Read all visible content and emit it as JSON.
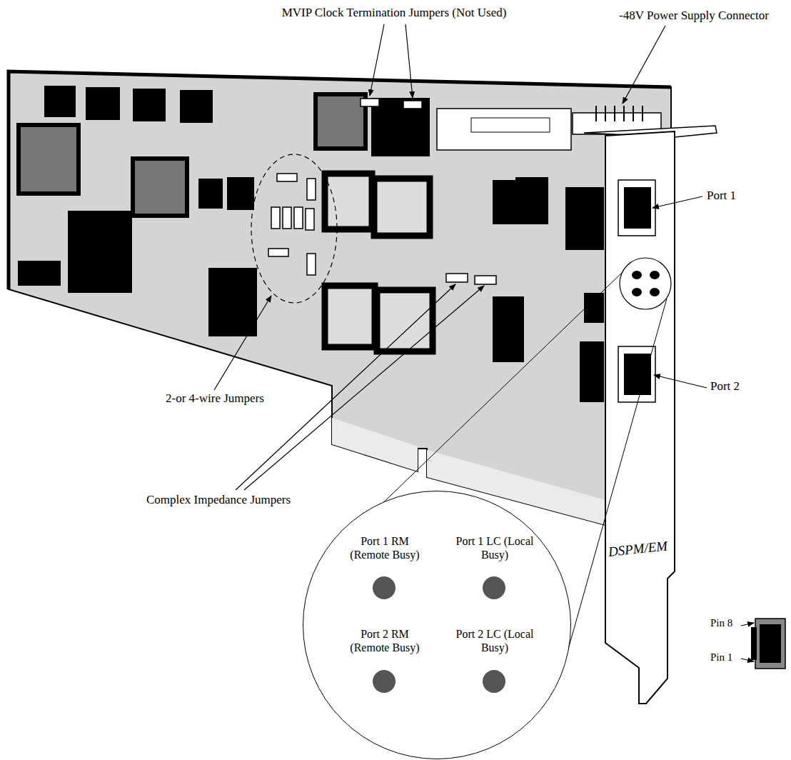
{
  "diagram": {
    "nodes": [
      {
        "text": [
          "Port 1 RM (Remote Busy)",
          "Port 1 LC (Local Busy)",
          "Port 2 RM (Remote Busy)",
          "Port 2 LC (Local Busy)"
        ]
      }
    ],
    "labels": [
      "MVIP Clock Termination Jumpers (Not Used)",
      "-48V Power Supply Connector",
      "Port 1",
      "Port 2",
      "2-or 4-wire Jumpers",
      "Complex Impedance Jumpers",
      "DSPM/EM",
      "Pin 8",
      "Pin 1"
    ]
  }
}
